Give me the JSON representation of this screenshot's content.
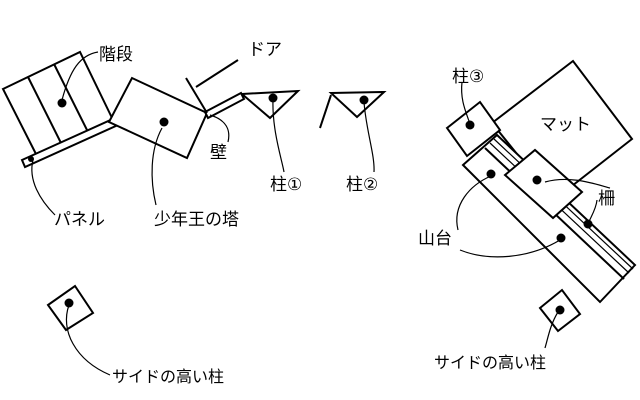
{
  "labels": {
    "stairs": "階段",
    "door": "ドア",
    "wall": "壁",
    "pillar1": "柱①",
    "pillar2": "柱②",
    "pillar3": "柱③",
    "panel": "パネル",
    "tower": "少年王の塔",
    "mat": "マット",
    "fence": "柵",
    "platform": "山台",
    "tall_pillar_left": "サイドの高い柱",
    "tall_pillar_right": "サイドの高い柱"
  }
}
